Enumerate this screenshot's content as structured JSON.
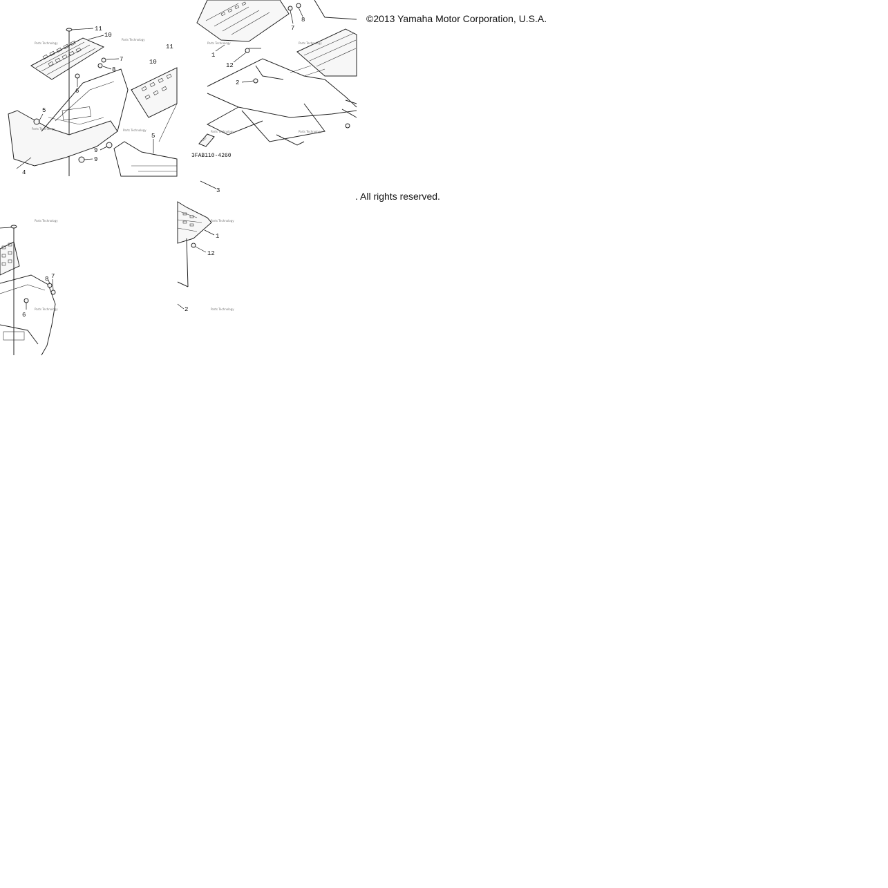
{
  "copyright": {
    "line1": "©2013 Yamaha Motor Corporation, U.S.A.",
    "line2": ". All rights reserved."
  },
  "diagram": {
    "drawing_code": "3FAB110-4260",
    "callouts": {
      "c1": "1",
      "c2": "2",
      "c3": "3",
      "c4": "4",
      "c5": "5",
      "c6": "6",
      "c7": "7",
      "c8": "8",
      "c9": "9",
      "c10": "10",
      "c11": "11",
      "c12": "12"
    },
    "watermark": "Parts Technology"
  }
}
